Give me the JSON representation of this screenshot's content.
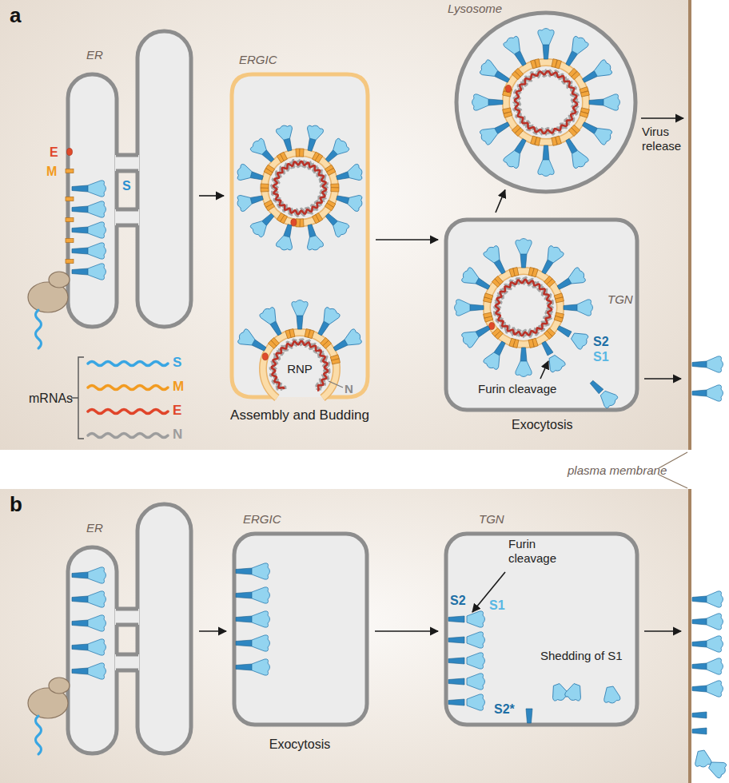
{
  "diagram": {
    "nodes": [
      {
        "text": [
          "a"
        ]
      },
      {
        "text": [
          "ER"
        ],
        "in": 0
      },
      {
        "text": [
          "ERGIC"
        ],
        "in": 0
      },
      {
        "text": [
          "Lysosome"
        ],
        "in": 0
      },
      {
        "text": [
          "TGN"
        ],
        "in": 0
      },
      {
        "text": [
          "b"
        ]
      },
      {
        "text": [
          "ER"
        ],
        "in": 5
      },
      {
        "text": [
          "ERGIC"
        ],
        "in": 5
      },
      {
        "text": [
          "TGN"
        ],
        "in": 5
      }
    ],
    "edges": [
      {
        "from": 1,
        "to": 2,
        "arrow": "to"
      },
      {
        "from": 2,
        "to": 4,
        "arrow": "to"
      },
      {
        "from": 4,
        "to": 3,
        "arrow": "to"
      },
      {
        "from": 6,
        "to": 7,
        "arrow": "to"
      },
      {
        "from": 7,
        "to": 8,
        "arrow": "to"
      }
    ],
    "labels": [
      "E",
      "M",
      "S",
      "mRNAs",
      "RNP",
      "N",
      "Assembly and Budding",
      "Virus release",
      "S2",
      "S1",
      "Furin cleavage",
      "Exocytosis",
      "plasma membrane",
      "S2",
      "S1",
      "Furin cleavage",
      "Shedding of S1",
      "S2*",
      "Exocytosis"
    ],
    "legend": [
      {
        "text": "S"
      },
      {
        "text": "M"
      },
      {
        "text": "E"
      },
      {
        "text": "N"
      }
    ]
  }
}
